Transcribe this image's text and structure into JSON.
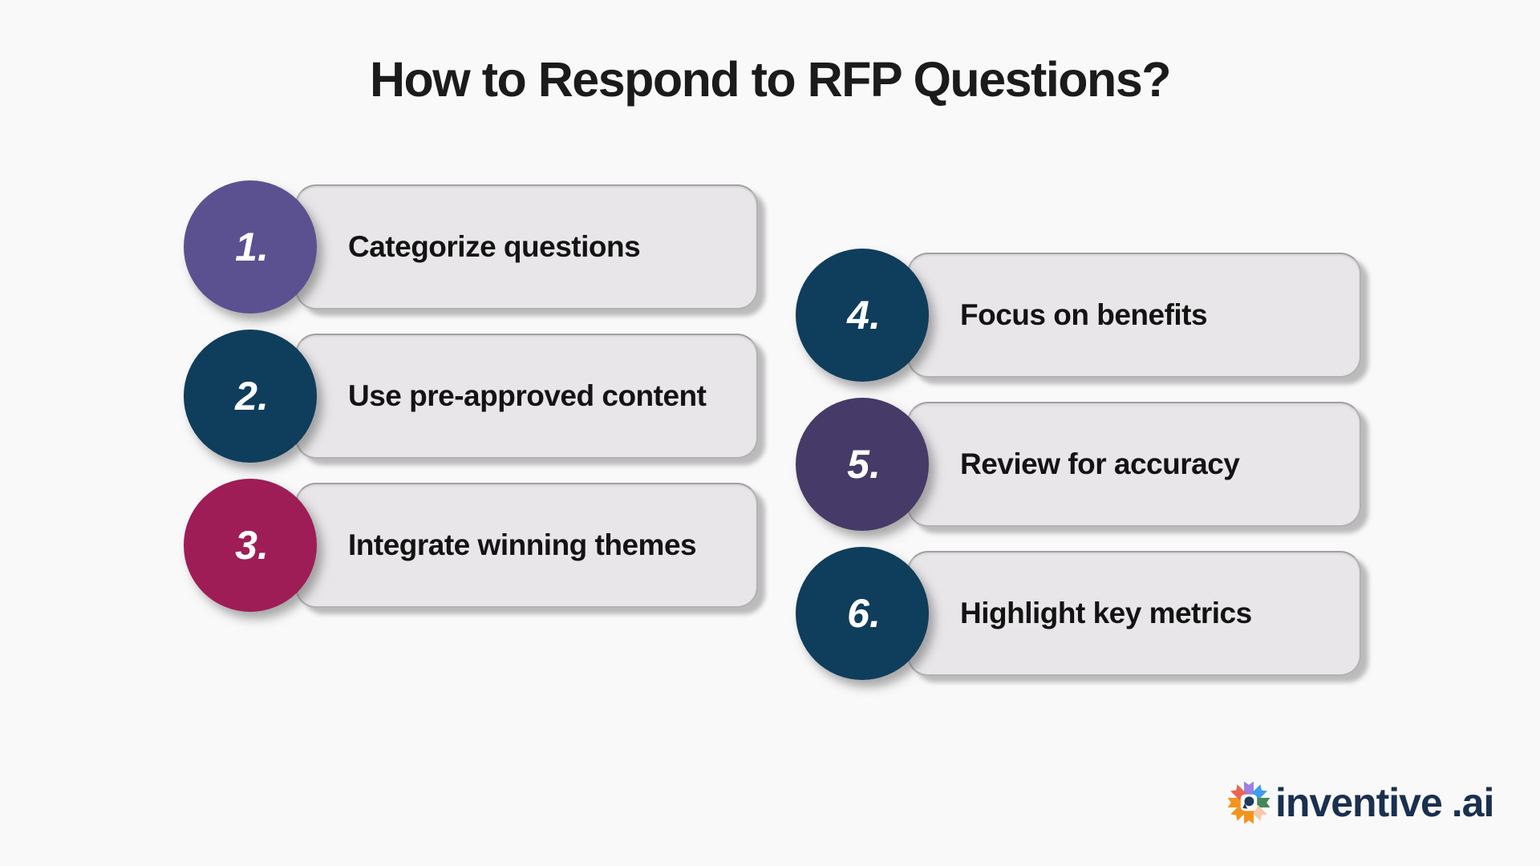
{
  "title": "How to Respond to RFP Questions?",
  "steps": [
    {
      "number": "1.",
      "label": "Categorize questions",
      "circle_color": "#5C5190"
    },
    {
      "number": "2.",
      "label": "Use pre-approved content",
      "circle_color": "#0F3D5C"
    },
    {
      "number": "3.",
      "label": "Integrate winning themes",
      "circle_color": "#9E1D56"
    },
    {
      "number": "4.",
      "label": "Focus on benefits",
      "circle_color": "#0F3D5C"
    },
    {
      "number": "5.",
      "label": "Review for accuracy",
      "circle_color": "#463A68"
    },
    {
      "number": "6.",
      "label": "Highlight key metrics",
      "circle_color": "#0F3D5C"
    }
  ],
  "logo": {
    "brand": "inventive",
    "suffix": ".ai",
    "text_color": "#19304F",
    "icon": {
      "center_glyph_color": "#1F3A5F",
      "petals": [
        "#9C80E2",
        "#3E9CEF",
        "#44875A",
        "#F9C8A6",
        "#F4941D",
        "#F4941D",
        "#F4941D",
        "#EE6352"
      ]
    }
  },
  "colors": {
    "background": "#FAF9FA",
    "bar_fill": "#E8E6E8",
    "bar_border": "#B3B1B3",
    "title_text": "#1B1B1B",
    "label_text": "#131313",
    "number_text": "#FFFFFF"
  }
}
